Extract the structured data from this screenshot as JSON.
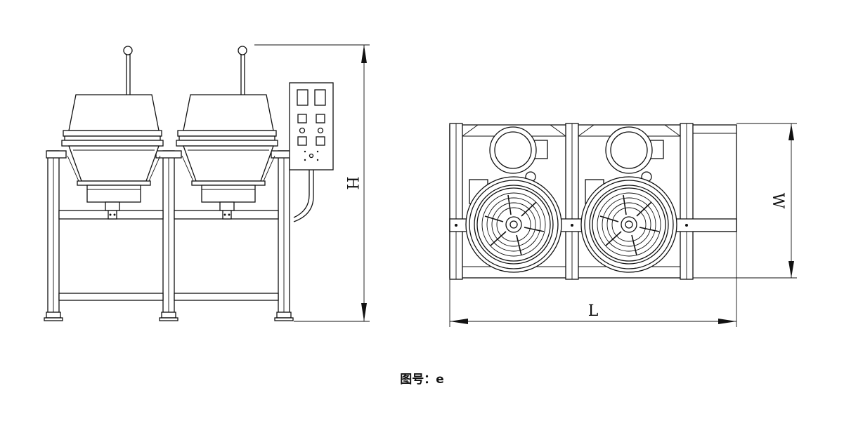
{
  "caption": "图号：e",
  "dimensions": {
    "height_label": "H",
    "width_label": "W",
    "length_label": "L"
  },
  "views": {
    "front": {
      "kettles": 2,
      "control_panel": true
    },
    "top": {
      "kettles": 2
    }
  }
}
